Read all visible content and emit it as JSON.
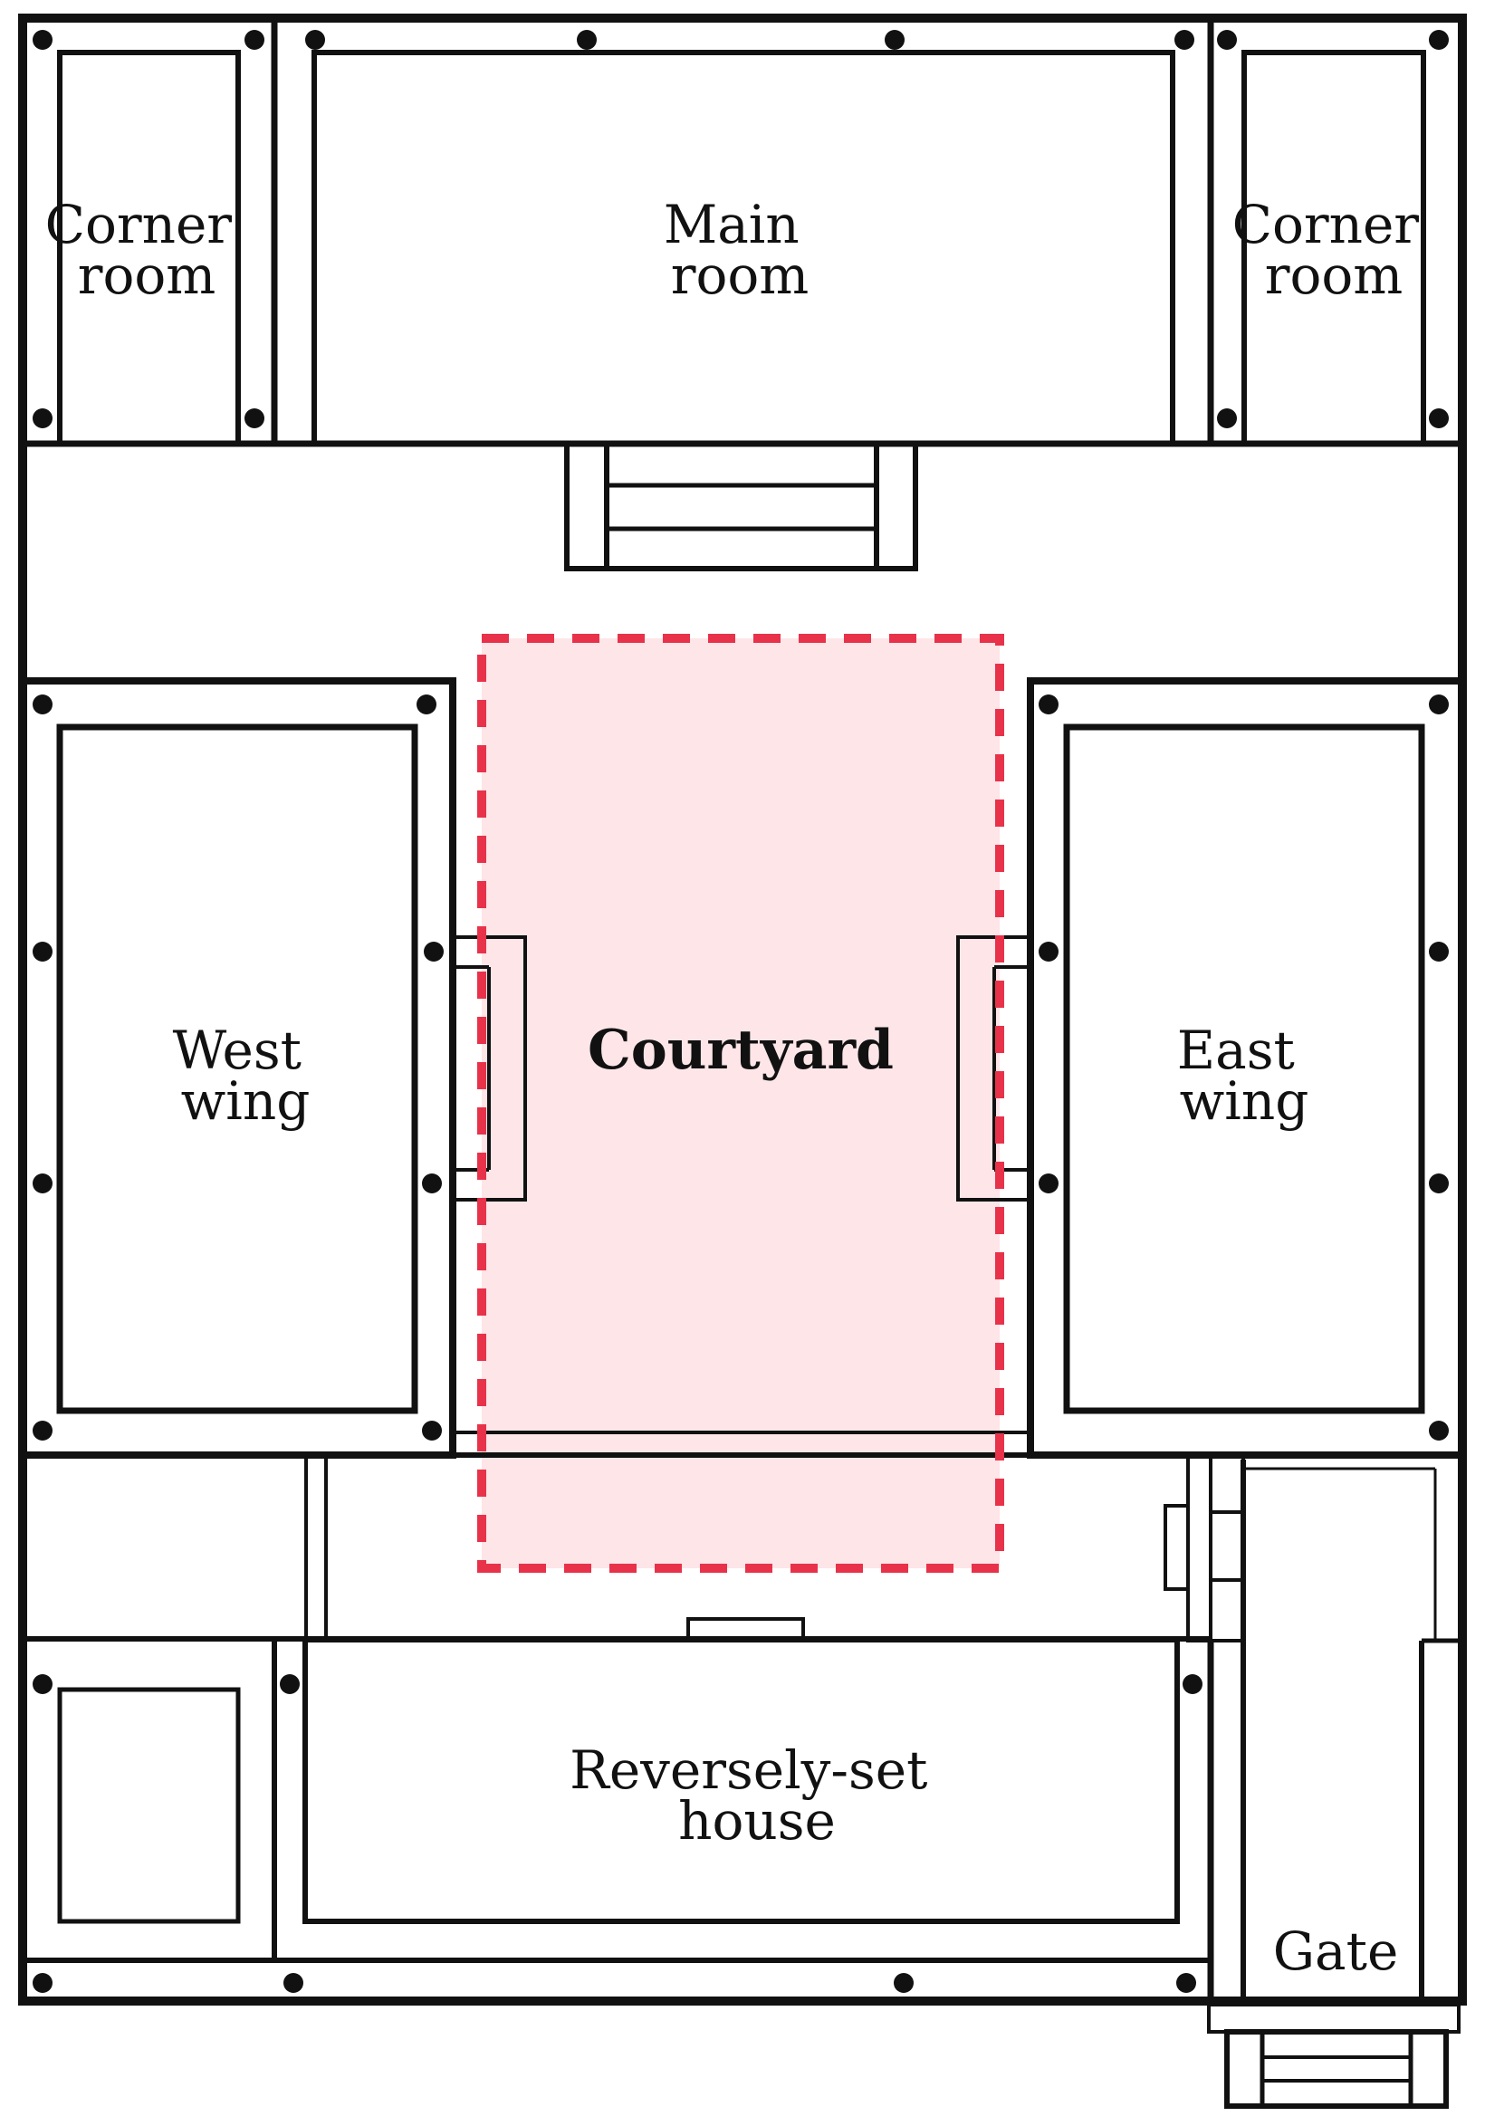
{
  "labels": {
    "corner_room_left": [
      "Corner",
      "room"
    ],
    "main_room": [
      "Main",
      "room"
    ],
    "corner_room_right": [
      "Corner",
      "room"
    ],
    "west_wing": [
      "West",
      "wing"
    ],
    "courtyard": "Courtyard",
    "east_wing": [
      "East",
      "wing"
    ],
    "reversely_set_house": [
      "Reversely-set",
      "house"
    ],
    "gate": "Gate"
  },
  "colors": {
    "wall": "#111111",
    "courtyard_fill": "#fde5e8",
    "courtyard_outline": "#e8324a"
  }
}
